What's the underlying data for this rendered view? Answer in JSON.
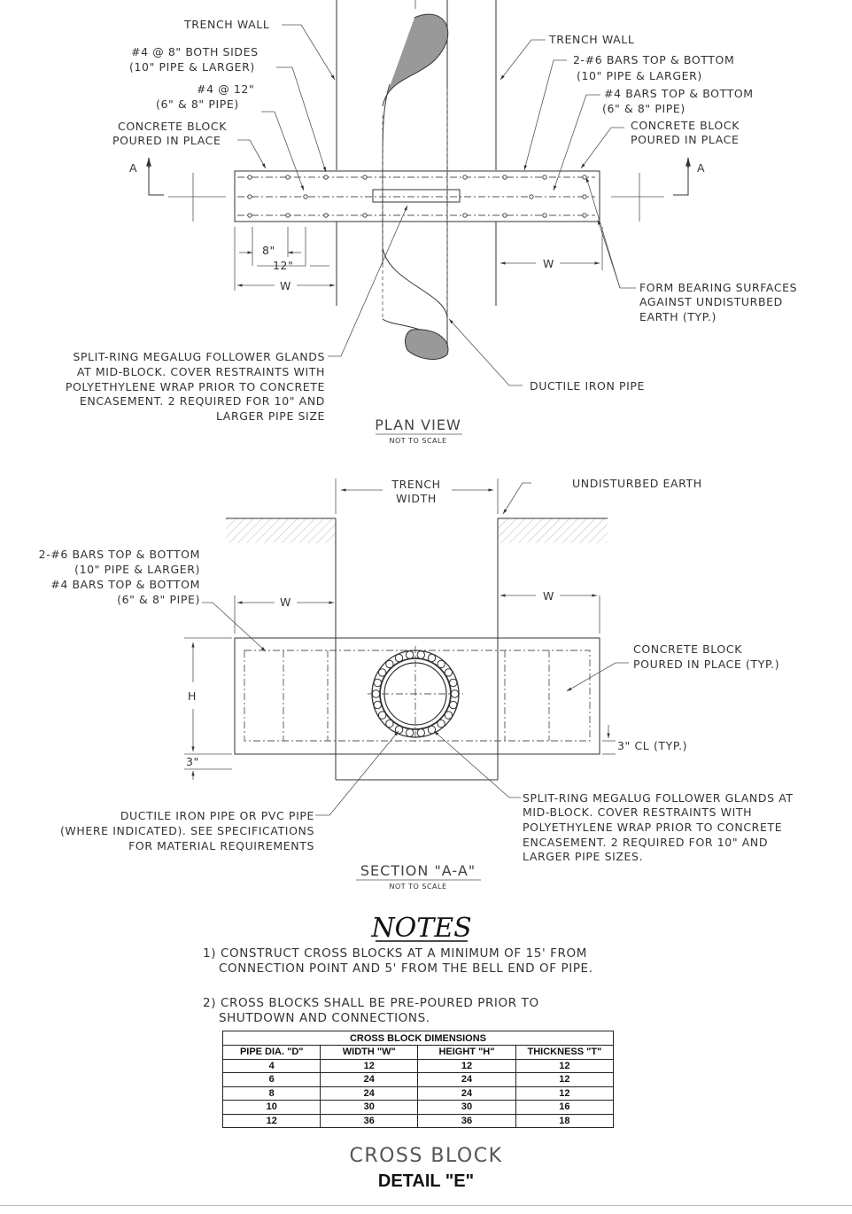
{
  "plan_view": {
    "labels": {
      "trench_wall_left": "TRENCH WALL",
      "bars_both_sides_1": "#4 @ 8\" BOTH SIDES",
      "bars_both_sides_2": "(10\" PIPE & LARGER)",
      "bars_12_1": "#4 @ 12\"",
      "bars_12_2": "(6\" & 8\" PIPE)",
      "concrete_left_1": "CONCRETE BLOCK",
      "concrete_left_2": "POURED IN PLACE",
      "trench_wall_right": "TRENCH WALL",
      "bars6_1": "2-#6 BARS TOP & BOTTOM",
      "bars6_2": "(10\" PIPE & LARGER)",
      "bars4_1": "#4 BARS TOP & BOTTOM",
      "bars4_2": "(6\" & 8\" PIPE)",
      "concrete_right_1": "CONCRETE BLOCK",
      "concrete_right_2": "POURED IN PLACE",
      "section_a_left": "A",
      "section_a_right": "A",
      "dim_8": "8\"",
      "dim_12": "12\"",
      "dim_w_left": "W",
      "dim_w_right": "W",
      "form_1": "FORM BEARING SURFACES",
      "form_2": "AGAINST UNDISTURBED",
      "form_3": "EARTH (TYP.)",
      "megalug_1": "SPLIT-RING MEGALUG FOLLOWER GLANDS",
      "megalug_2": "AT MID-BLOCK. COVER RESTRAINTS WITH",
      "megalug_3": "POLYETHYLENE WRAP PRIOR TO CONCRETE",
      "megalug_4": "ENCASEMENT. 2 REQUIRED FOR 10\" AND",
      "megalug_5": "LARGER PIPE SIZE",
      "ductile": "DUCTILE IRON PIPE"
    },
    "title": "PLAN VIEW",
    "scale": "NOT TO SCALE"
  },
  "section_view": {
    "labels": {
      "trench_width_1": "TRENCH",
      "trench_width_2": "WIDTH",
      "undisturbed": "UNDISTURBED EARTH",
      "bars6_1": "2-#6 BARS TOP & BOTTOM",
      "bars6_2": "(10\" PIPE & LARGER)",
      "bars4_1": "#4 BARS TOP & BOTTOM",
      "bars4_2": "(6\" & 8\" PIPE)",
      "dim_w_left": "W",
      "dim_w_right": "W",
      "dim_h": "H",
      "dim_3": "3\"",
      "cl_typ": "3\" CL (TYP.)",
      "concrete_1": "CONCRETE BLOCK",
      "concrete_2": "POURED IN PLACE (TYP.)",
      "ductile_1": "DUCTILE IRON PIPE OR PVC PIPE",
      "ductile_2": "(WHERE INDICATED). SEE SPECIFICATIONS",
      "ductile_3": "FOR MATERIAL REQUIREMENTS",
      "megalug_1": "SPLIT-RING MEGALUG FOLLOWER GLANDS AT",
      "megalug_2": "MID-BLOCK. COVER RESTRAINTS WITH",
      "megalug_3": "POLYETHYLENE WRAP PRIOR TO CONCRETE",
      "megalug_4": "ENCASEMENT. 2 REQUIRED FOR 10\" AND",
      "megalug_5": "LARGER PIPE SIZES."
    },
    "title": "SECTION \"A-A\"",
    "scale": "NOT TO SCALE"
  },
  "notes": {
    "heading": "NOTES",
    "note1_line1": "1) CONSTRUCT CROSS BLOCKS AT A MINIMUM OF 15' FROM",
    "note1_line2": "CONNECTION POINT AND 5' FROM THE BELL END OF PIPE.",
    "note2_line1": "2) CROSS BLOCKS SHALL BE PRE-POURED PRIOR TO",
    "note2_line2": "SHUTDOWN AND CONNECTIONS."
  },
  "table": {
    "caption": "CROSS BLOCK DIMENSIONS",
    "headers": [
      "PIPE DIA. \"D\"",
      "WIDTH \"W\"",
      "HEIGHT \"H\"",
      "THICKNESS \"T\""
    ],
    "rows": [
      [
        "4",
        "12",
        "12",
        "12"
      ],
      [
        "6",
        "24",
        "24",
        "12"
      ],
      [
        "8",
        "24",
        "24",
        "12"
      ],
      [
        "10",
        "30",
        "30",
        "16"
      ],
      [
        "12",
        "36",
        "36",
        "18"
      ]
    ]
  },
  "footer": {
    "title": "CROSS BLOCK",
    "subtitle": "DETAIL \"E\""
  }
}
